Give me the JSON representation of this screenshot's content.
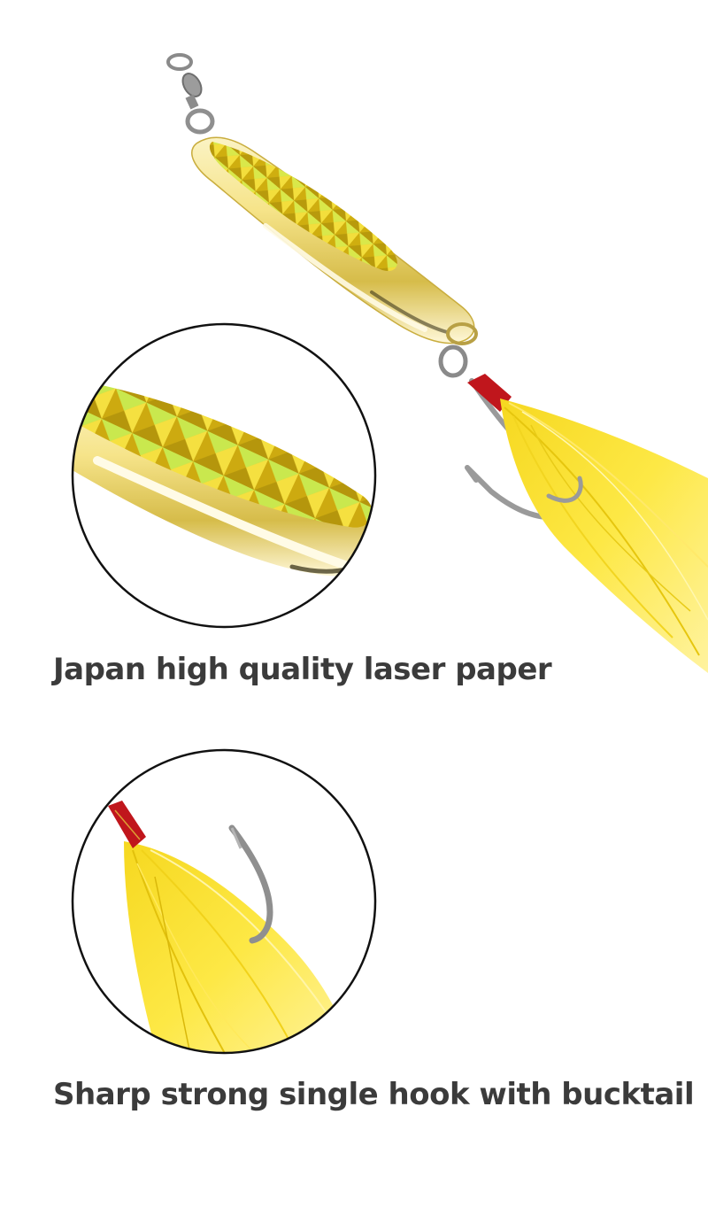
{
  "features": [
    {
      "caption": "Japan high quality laser paper"
    },
    {
      "caption": "Sharp strong single hook with bucktail"
    }
  ],
  "colors": {
    "background": "#ffffff",
    "caption_text": "#3b3b3b",
    "lure_gold": "#f2df7a",
    "laser_panel": "#e0c416",
    "bucktail_yellow": "#fbe83a",
    "thread_red": "#c0161c",
    "hook_steel": "#9a9a9a",
    "circle_border": "#111111"
  },
  "icons": [
    "fishing-lure",
    "swivel",
    "split-ring",
    "single-hook",
    "bucktail-skirt"
  ]
}
